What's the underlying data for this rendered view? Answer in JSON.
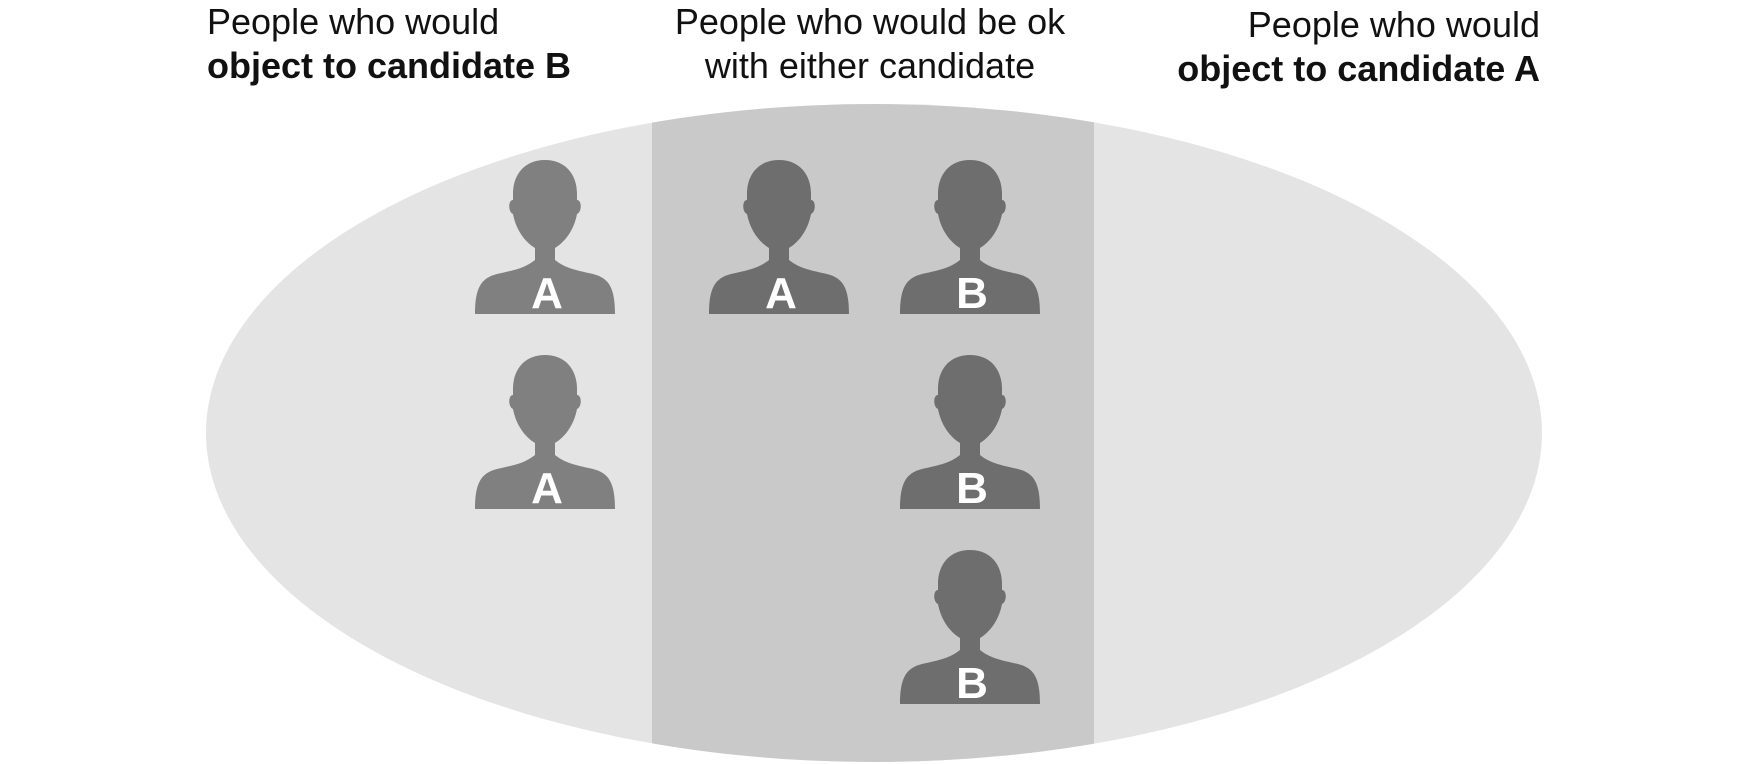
{
  "headings": {
    "left": {
      "line1": "People who would",
      "line2": "object to candidate B"
    },
    "center": {
      "line1": "People who would be ok",
      "line2": "with either candidate"
    },
    "right": {
      "line1": "People who would",
      "line2": "object to candidate A"
    }
  },
  "colors": {
    "outer_region": "#e4e4e4",
    "middle_band": "#c9c9c9",
    "person_left": "#808080",
    "person_middle": "#6e6e6e",
    "letter": "#ffffff"
  },
  "people": [
    {
      "group": "object-to-B",
      "letter": "A"
    },
    {
      "group": "object-to-B",
      "letter": "A"
    },
    {
      "group": "ok-with-either",
      "letter": "A"
    },
    {
      "group": "ok-with-either",
      "letter": "B"
    },
    {
      "group": "ok-with-either",
      "letter": "B"
    },
    {
      "group": "ok-with-either",
      "letter": "B"
    }
  ]
}
